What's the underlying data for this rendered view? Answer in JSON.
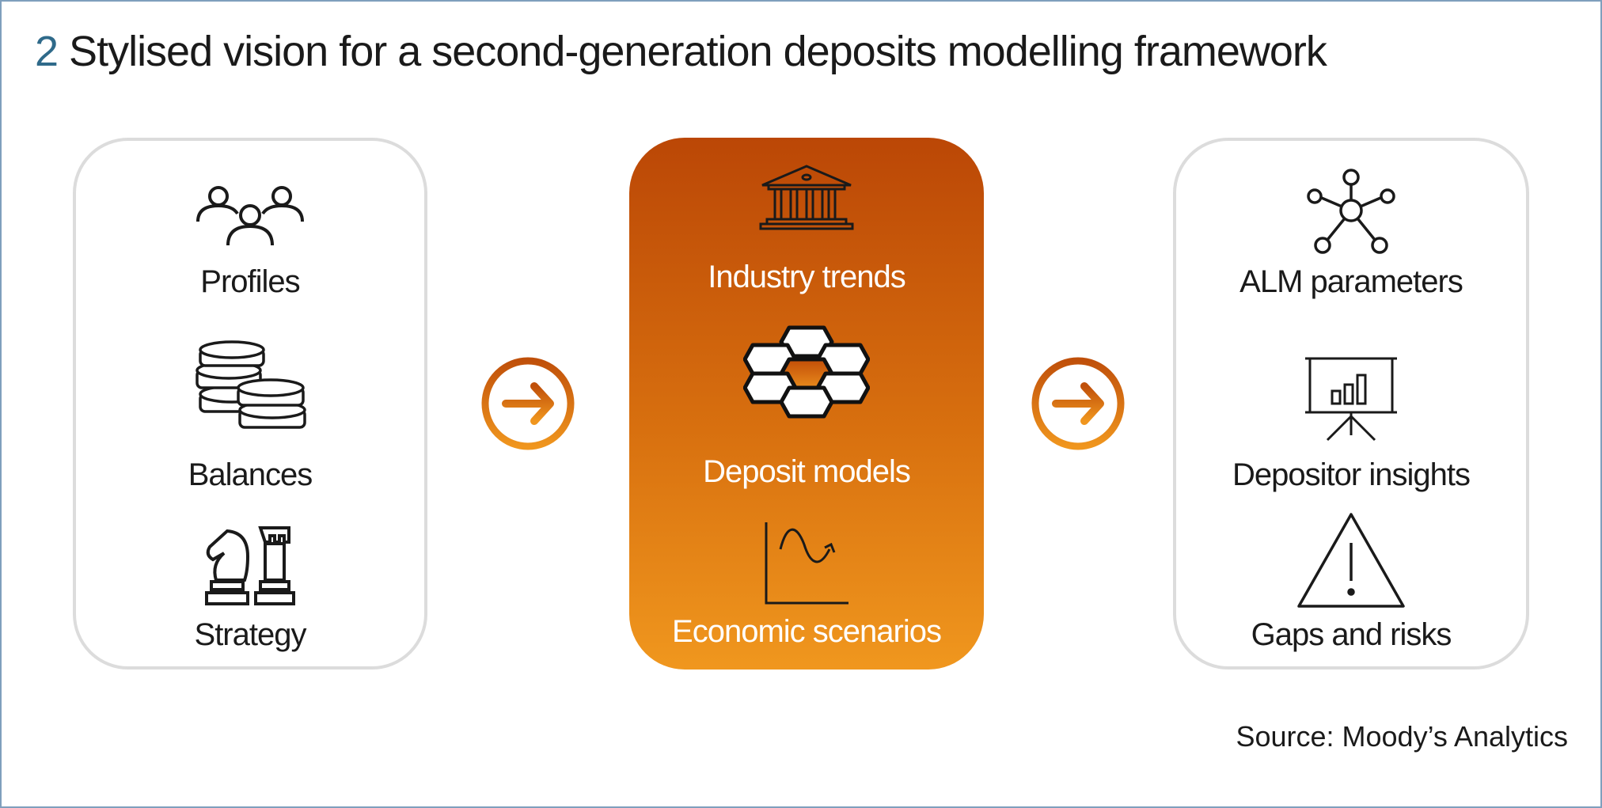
{
  "title": {
    "number": "2",
    "text": "Stylised vision for a second-generation deposits modelling framework"
  },
  "left_panel": {
    "items": [
      {
        "label": "Profiles",
        "icon": "people-icon"
      },
      {
        "label": "Balances",
        "icon": "coins-icon"
      },
      {
        "label": "Strategy",
        "icon": "chess-icon"
      }
    ]
  },
  "middle_panel": {
    "items": [
      {
        "label": "Industry trends",
        "icon": "bank-icon"
      },
      {
        "label": "Deposit models",
        "icon": "hexagon-cluster-icon"
      },
      {
        "label": "Economic scenarios",
        "icon": "wave-chart-icon"
      }
    ]
  },
  "right_panel": {
    "items": [
      {
        "label": "ALM parameters",
        "icon": "network-icon"
      },
      {
        "label": "Depositor insights",
        "icon": "presentation-chart-icon"
      },
      {
        "label": "Gaps and risks",
        "icon": "warning-icon"
      }
    ]
  },
  "source": "Source: Moody’s Analytics",
  "colors": {
    "accent_top": "#bb4706",
    "accent_bottom": "#f0971e",
    "title_number": "#2f6a8a",
    "frame": "#7f9fbd"
  }
}
